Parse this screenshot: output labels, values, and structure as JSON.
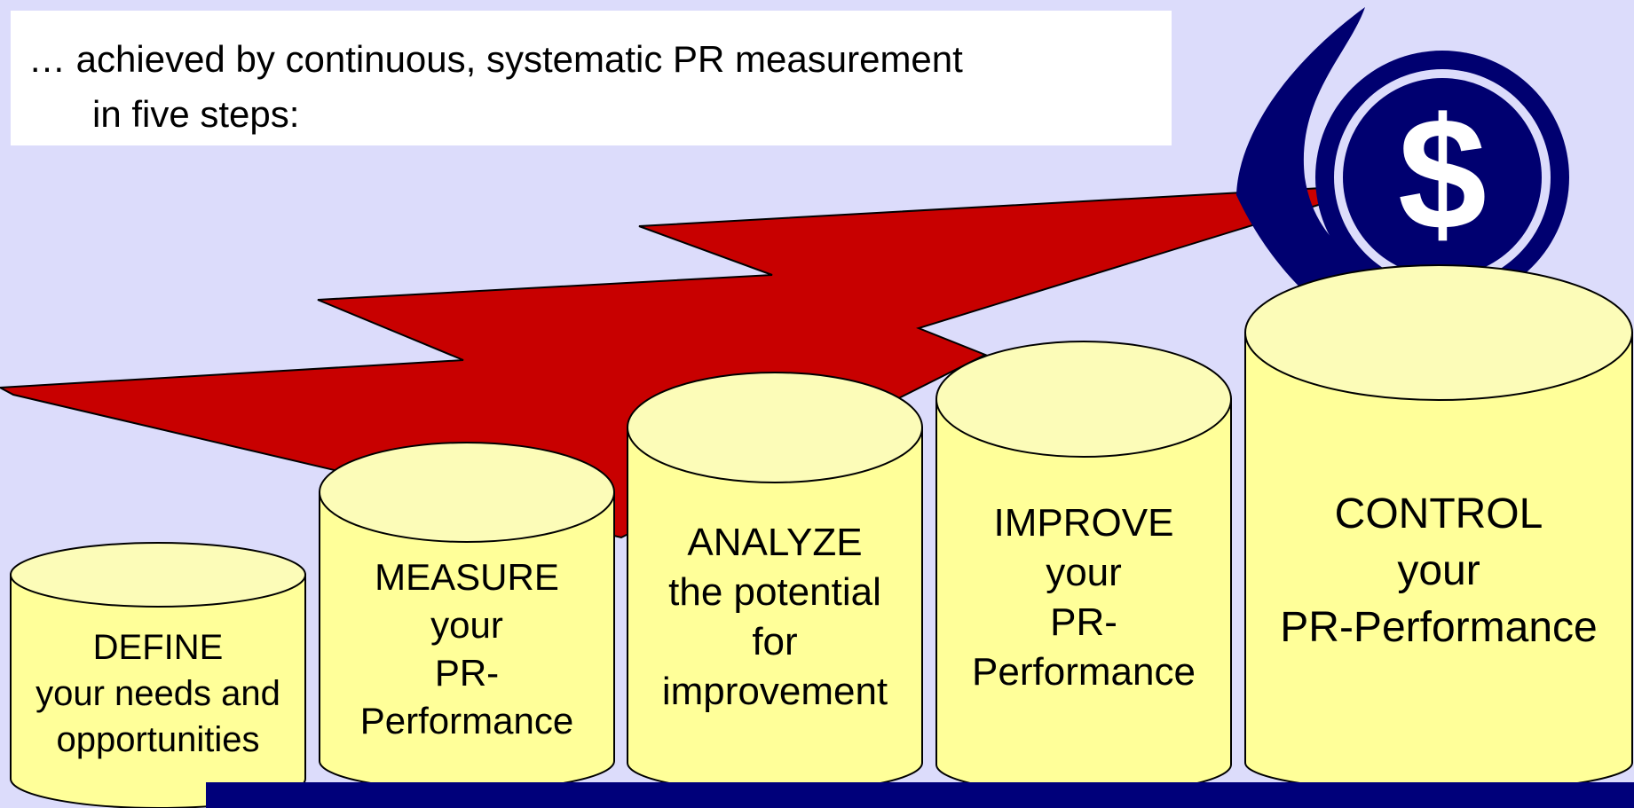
{
  "intro": {
    "line1": "… achieved by continuous, systematic PR measurement",
    "line2": "in five steps:"
  },
  "colors": {
    "background": "#dcdcfb",
    "arrow": "#c80000",
    "cylinder_fill": "#ffff99",
    "cylinder_top": "#fcfcb8",
    "icon_blue": "#000070",
    "footer": "#00007a"
  },
  "icons": {
    "money": "dollar-coin-icon"
  },
  "steps": [
    {
      "lines": [
        "DEFINE",
        "your needs and",
        "opportunities"
      ]
    },
    {
      "lines": [
        "MEASURE",
        "your",
        "PR-",
        "Performance"
      ]
    },
    {
      "lines": [
        "ANALYZE",
        "the potential",
        "for",
        "improvement"
      ]
    },
    {
      "lines": [
        "IMPROVE",
        "your",
        "PR-",
        "Performance"
      ]
    },
    {
      "lines": [
        "CONTROL",
        "your",
        "PR-Performance"
      ]
    }
  ]
}
